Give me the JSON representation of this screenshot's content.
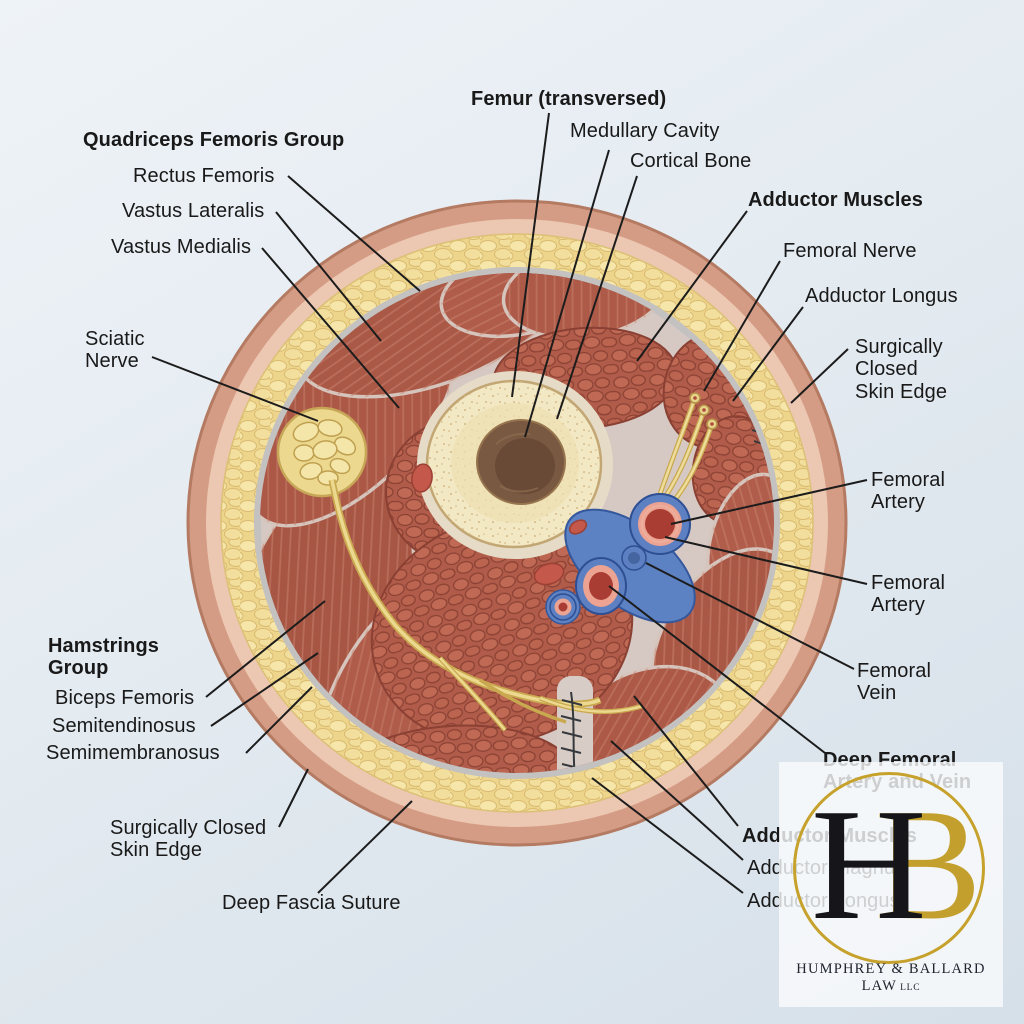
{
  "figure": {
    "description": "Anatomical cross-section diagram of the thigh at the level of the femur, post-surgical, with labeled muscles, vessels, nerves and sutures"
  },
  "labels": {
    "femur_title": "Femur (transversed)",
    "medullary_cavity": "Medullary Cavity",
    "cortical_bone": "Cortical Bone",
    "quadriceps_group": "Quadriceps Femoris Group",
    "rectus_femoris": "Rectus Femoris",
    "vastus_lateralis": "Vastus Lateralis",
    "vastus_medialis": "Vastus Medialis",
    "sciatic_nerve": "Sciatic\nNerve",
    "adductor_muscles_top": "Adductor Muscles",
    "femoral_nerve": "Femoral Nerve",
    "adductor_longus_top": "Adductor Longus",
    "skin_edge_right": "Surgically\nClosed\nSkin Edge",
    "femoral_artery_1": "Femoral\nArtery",
    "femoral_artery_2": "Femoral\nArtery",
    "femoral_vein": "Femoral\nVein",
    "deep_femoral": "Deep Femoral\nArtery and Vein",
    "adductor_muscles_bottom": "Adductor Muscles",
    "adductor_magnus": "Adductor Magnus",
    "adductor_longus_bottom": "Adductor Longus",
    "hamstrings_group": "Hamstrings\nGroup",
    "biceps_femoris": "Biceps Femoris",
    "semitendinosus": "Semitendinosus",
    "semimembranosus": "Semimembranosus",
    "skin_edge_bottom": "Surgically Closed\nSkin Edge",
    "deep_fascia_suture": "Deep Fascia Suture"
  },
  "watermark": {
    "monogram_h": "H",
    "monogram_b": "B",
    "firm_name": "HUMPHREY & BALLARD LAW",
    "firm_suffix": "LLC"
  },
  "colors": {
    "background": "#e4ebf1",
    "skin": "#d59c85",
    "dermis": "#ecc7b1",
    "subcutaneous_fat": "#eed58c",
    "fascia": "#c3c2c0",
    "muscle": "#ad5a48",
    "bone_cortex": "#f3e8c4",
    "medullary_cavity": "#7a5942",
    "nerve_yellow": "#ecd98f",
    "vessel_blue": "#5c80c1",
    "artery_red": "#a93d34",
    "leader_line": "#1c1c1c",
    "watermark_gold": "#c6a22c"
  }
}
